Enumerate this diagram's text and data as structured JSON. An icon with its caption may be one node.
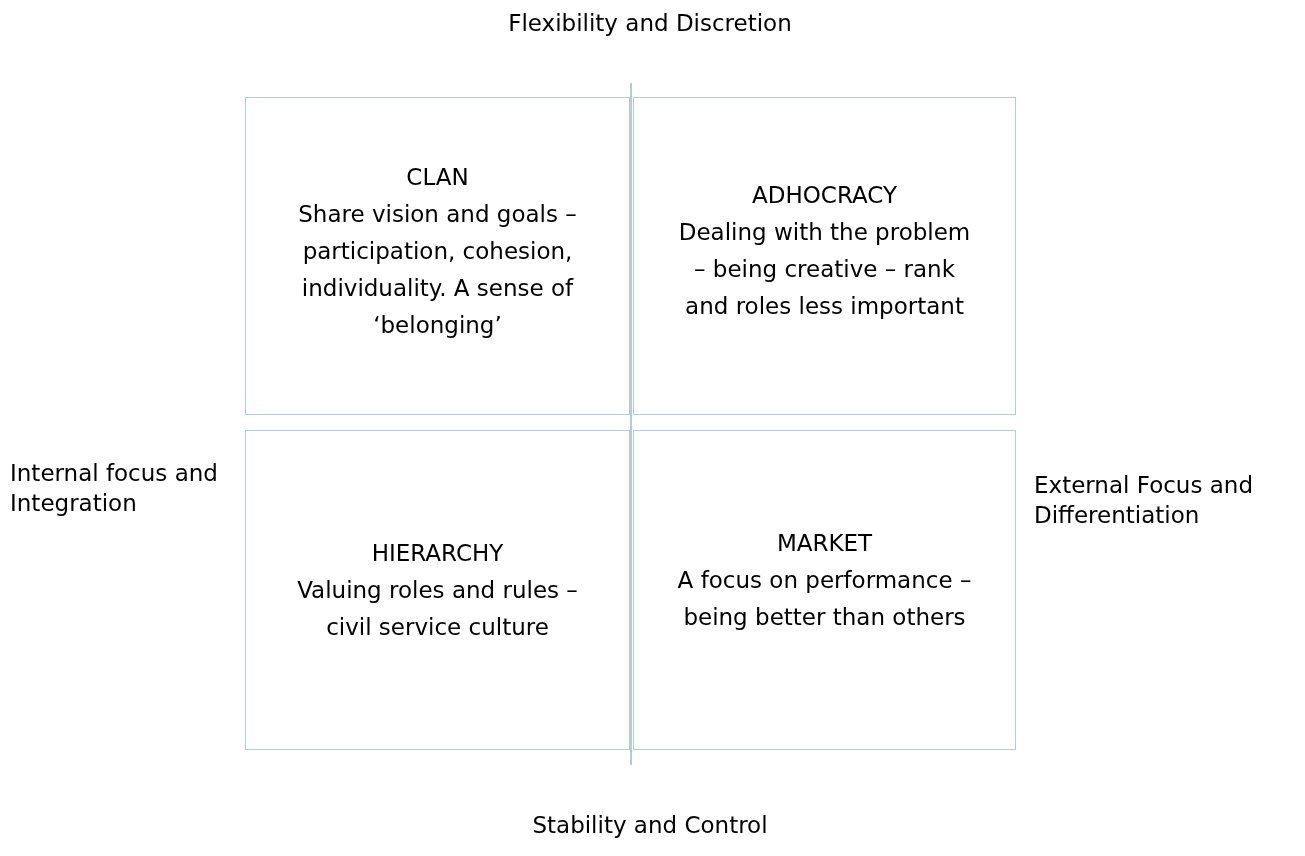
{
  "diagram": {
    "nodes": [
      {
        "text": [
          "CLAN",
          "Share vision and goals – participation, cohesion, individuality.  A sense of ‘belonging’"
        ]
      },
      {
        "text": [
          "ADHOCRACY",
          "Dealing with the problem – being creative – rank and roles less important"
        ]
      },
      {
        "text": [
          "HIERARCHY",
          "Valuing roles and rules – civil service culture"
        ]
      },
      {
        "text": [
          "MARKET",
          "A focus on performance – being better than others"
        ]
      }
    ],
    "labels": [
      "Flexibility and Discretion",
      "Internal focus and Integration",
      "External Focus and Differentiation",
      "Stability and Control"
    ]
  }
}
